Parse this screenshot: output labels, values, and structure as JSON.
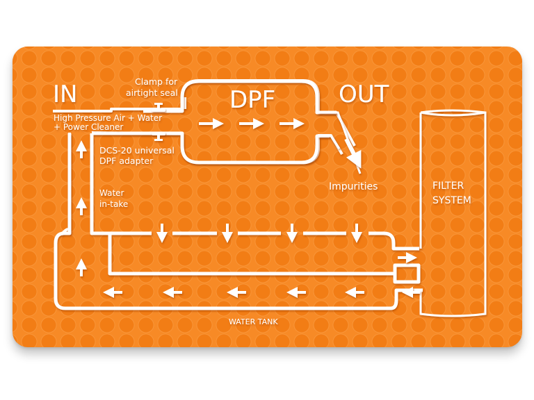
{
  "labels": {
    "in": "IN",
    "out": "OUT",
    "dpf": "DPF",
    "clamp_line1": "Clamp for",
    "clamp_line2": "airtight seal",
    "input_line1": "High Pressure Air + Water",
    "input_line2": "+ Power Cleaner",
    "adapter_line1": "DCS-20 universal",
    "adapter_line2": "DPF adapter",
    "intake_line1": "Water",
    "intake_line2": "in-take",
    "impurities": "Impurities",
    "filter_line1": "FILTER",
    "filter_line2": "SYSTEM",
    "water_tank": "WATER TANK"
  },
  "colors": {
    "background": "#f78a26",
    "dot": "#f07a10",
    "dot_highlight": "#fbb060",
    "line": "#ffffff"
  }
}
